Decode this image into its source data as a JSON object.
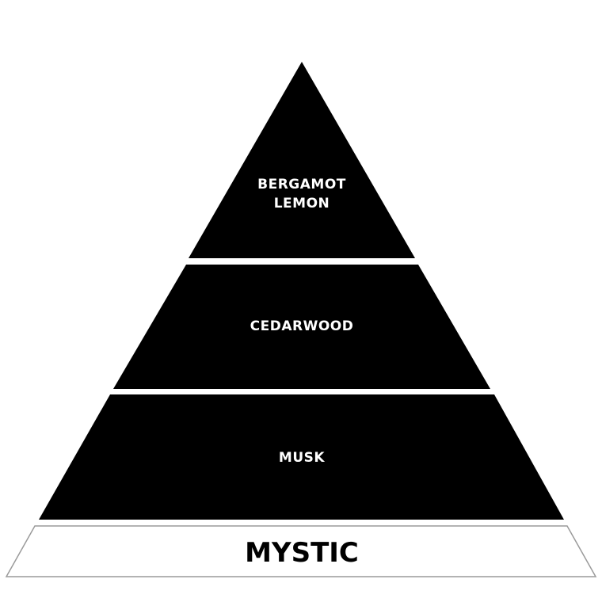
{
  "pyramid": {
    "top_note": {
      "line1": "BERGAMOT",
      "line2": "LEMON"
    },
    "middle_note": {
      "label": "CEDARWOOD"
    },
    "base_note": {
      "label": "MUSK"
    },
    "name": {
      "label": "MYSTIC"
    }
  },
  "colors": {
    "tier_fill": "#000000",
    "tier_text": "#ffffff",
    "base_fill": "#ffffff",
    "base_stroke": "#9a9a9a",
    "name_text": "#000000"
  }
}
